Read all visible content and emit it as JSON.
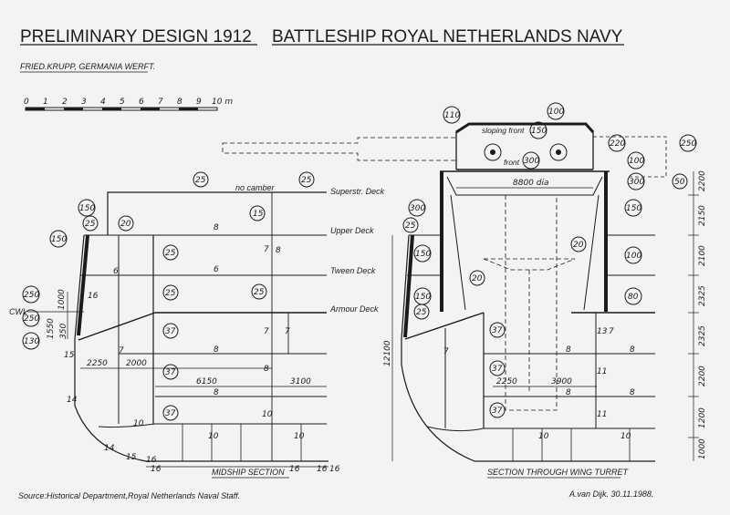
{
  "header": {
    "title_left": "PRELIMINARY DESIGN 1912",
    "title_right": "BATTLESHIP ROYAL NETHERLANDS NAVY",
    "builder": "FRIED.KRUPP, GERMANIA WERFT."
  },
  "scale": {
    "ticks": [
      "0",
      "1",
      "2",
      "3",
      "4",
      "5",
      "6",
      "7",
      "8",
      "9",
      "10 m"
    ]
  },
  "midship": {
    "caption": "MIDSHIP SECTION",
    "decks": [
      "Superstr. Deck",
      "Upper Deck",
      "Tween Deck",
      "Armour Deck"
    ],
    "no_camber": "no camber",
    "cwl": "CWL",
    "circled": [
      "25",
      "25",
      "150",
      "25",
      "20",
      "150",
      "15",
      "25",
      "250",
      "25",
      "250",
      "25",
      "130",
      "37",
      "37",
      "37"
    ],
    "dims": [
      "2250",
      "2000",
      "6150",
      "3100",
      "1000",
      "1550",
      "350"
    ],
    "plates": [
      "8",
      "7",
      "6",
      "6",
      "7",
      "7",
      "7",
      "8",
      "8",
      "8",
      "10",
      "10",
      "10",
      "10",
      "14",
      "14",
      "15",
      "15",
      "16",
      "16",
      "16",
      "16",
      "16",
      "16",
      "8"
    ]
  },
  "turret": {
    "caption": "SECTION THROUGH WING TURRET",
    "sloping_front": "sloping front",
    "front": "front",
    "dia": "8800 dia",
    "circled": [
      "110",
      "100",
      "150",
      "220",
      "250",
      "100",
      "50",
      "300",
      "300",
      "150",
      "25",
      "150",
      "150",
      "25",
      "100",
      "80",
      "20",
      "20",
      "37",
      "37",
      "37",
      "300"
    ],
    "dims": [
      "12100",
      "2250",
      "3900",
      "1000",
      "2200",
      "2150",
      "2100",
      "2325",
      "2325",
      "2200",
      "1200"
    ],
    "plates": [
      "13",
      "7",
      "8",
      "8",
      "8",
      "8",
      "11",
      "11",
      "10",
      "10",
      "7"
    ]
  },
  "footer": {
    "source": "Source:Historical Department,Royal Netherlands Naval Staff.",
    "signature": "A.van Dijk. 30.11.1988."
  }
}
